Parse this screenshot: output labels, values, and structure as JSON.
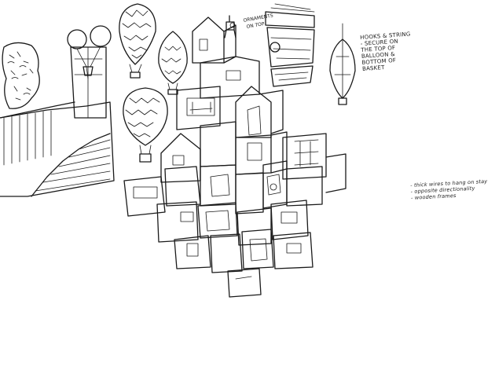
{
  "sheet": {
    "ink_color": "#1a1a1a",
    "paper_color": "#ffffff"
  },
  "notes": {
    "hooks": {
      "lines": [
        "HOOKS & STRING",
        "- SECURE ON",
        "THE TOP OF",
        "BALLOON &",
        "BOTTOM OF",
        "BASKET"
      ]
    },
    "strings": {
      "lines": [
        "- thick wires to hang on stay",
        "- opposite directionality",
        "- wooden frames"
      ]
    },
    "small": {
      "lines": [
        "ORNAMENTS",
        "ON TOP"
      ]
    }
  },
  "icons": [
    "hot-air-balloon-icon",
    "house-stack-icon",
    "staircase-icon",
    "cable-car-icon",
    "lantern-icon",
    "rope-barrier-icon",
    "dining-table-icon",
    "desk-icon",
    "reception-counter-icon",
    "clothing-rack-icon",
    "gift-box-icon",
    "door-icon",
    "barn-door-icon",
    "picture-frame-icon",
    "shelf-icon",
    "chandelier-icon"
  ]
}
